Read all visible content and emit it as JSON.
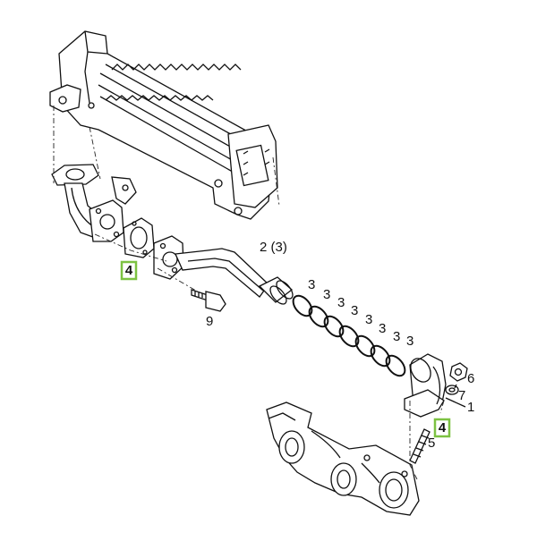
{
  "diagram": {
    "callouts": {
      "c1": "1",
      "c2": "2 (3)",
      "c3": "3",
      "c4_left": "4",
      "c4_right": "4",
      "c5": "5",
      "c6": "6",
      "c7": "7",
      "c9": "9"
    },
    "highlight_color": "#7dc242"
  }
}
